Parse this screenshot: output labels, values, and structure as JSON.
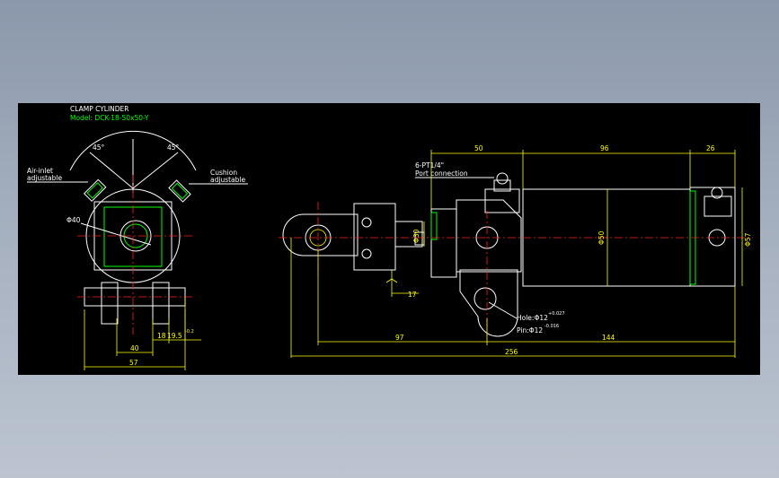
{
  "title": "CLAMP CYLINDER",
  "model": "Model: DCK-18-50x50-Y",
  "left_view": {
    "angle_left": "45°",
    "angle_right": "45°",
    "air_inlet": "Air-inlet",
    "air_inlet_2": "adjustable",
    "cushion": "Cushion",
    "cushion_2": "adjustable",
    "phi40": "Φ40",
    "dim_18": "18",
    "dim_19_5": "19.5",
    "dim_19_5_tol": "-0.2",
    "dim_40": "40",
    "dim_57": "57"
  },
  "right_view": {
    "port": "6-PT1/4\"",
    "port_2": "Port connection",
    "dim_50": "50",
    "dim_96": "96",
    "dim_26": "26",
    "phi30": "Φ30",
    "phi50": "Φ50",
    "phi57": "Φ57",
    "dim_17": "17",
    "hole": "Hole:Φ12",
    "hole_tol": "+0.027",
    "pin": "Pin:Φ12",
    "pin_tol": "-0.016",
    "dim_97": "97",
    "dim_144": "144",
    "dim_256": "256"
  },
  "colors": {
    "background": "#000000",
    "outline": "#ffffff",
    "dimension": "#ffff00",
    "centerline": "#ff2020",
    "highlight": "#00ff00"
  }
}
